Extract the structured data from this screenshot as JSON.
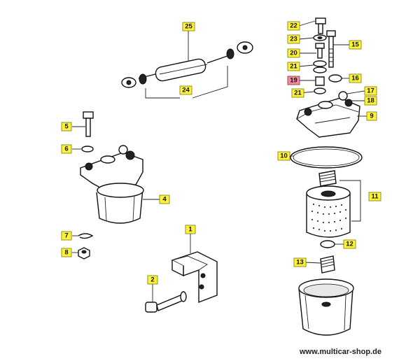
{
  "diagram": {
    "watermark": "www.multicar-shop.de",
    "colors": {
      "label_fill": "#fff23a",
      "highlight_fill": "#f08a9c"
    },
    "labels": {
      "l1": "1",
      "l2": "2",
      "l4": "4",
      "l5": "5",
      "l6": "6",
      "l7": "7",
      "l8": "8",
      "l9": "9",
      "l10": "10",
      "l11": "11",
      "l12": "12",
      "l13": "13",
      "l15": "15",
      "l16": "16",
      "l17": "17",
      "l18": "18",
      "l19": "19",
      "l20": "20",
      "l21a": "21",
      "l21b": "21",
      "l22": "22",
      "l23": "23",
      "l24": "24",
      "l25": "25"
    }
  }
}
